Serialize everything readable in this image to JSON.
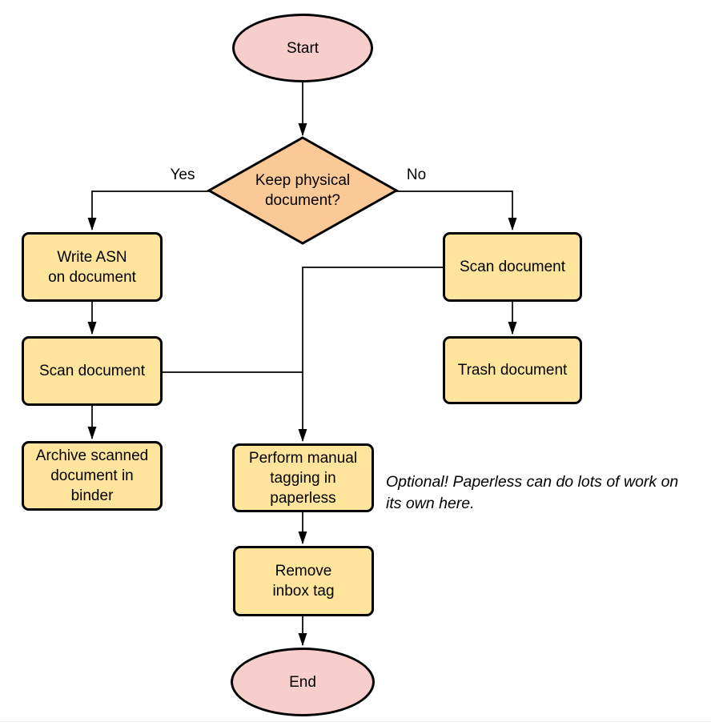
{
  "diagram": {
    "nodes": {
      "start": {
        "label": "Start",
        "type": "terminal"
      },
      "decision": {
        "label": "Keep physical\ndocument?",
        "type": "decision"
      },
      "write_asn": {
        "label": "Write ASN\non document",
        "type": "process"
      },
      "scan_left": {
        "label": "Scan document",
        "type": "process"
      },
      "archive": {
        "label": "Archive scanned\ndocument in\nbinder",
        "type": "process"
      },
      "scan_right": {
        "label": "Scan document",
        "type": "process"
      },
      "trash": {
        "label": "Trash document",
        "type": "process"
      },
      "tagging": {
        "label": "Perform manual\ntagging in\npaperless",
        "type": "process"
      },
      "remove_inbox": {
        "label": "Remove\ninbox tag",
        "type": "process"
      },
      "end": {
        "label": "End",
        "type": "terminal"
      }
    },
    "edge_labels": {
      "yes": "Yes",
      "no": "No"
    },
    "annotation": "Optional! Paperless can do lots of work on\nits own here.",
    "colors": {
      "terminal_fill": "#f8cecc",
      "decision_fill": "#fbc996",
      "process_fill": "#ffe59c",
      "stroke": "#000000",
      "connector": "#000000"
    }
  }
}
